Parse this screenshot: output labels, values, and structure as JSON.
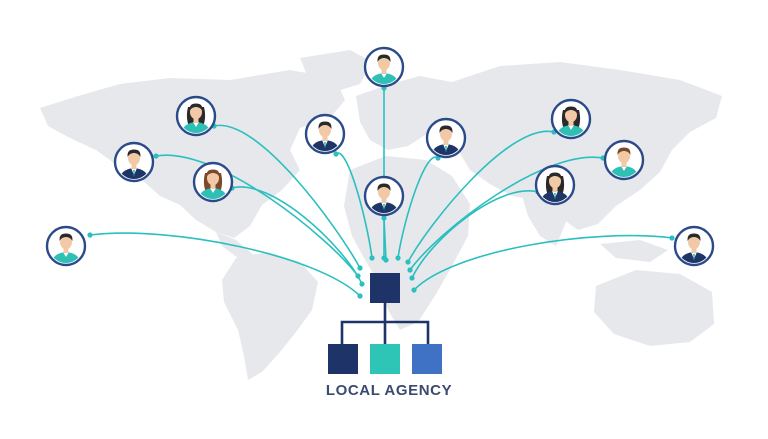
{
  "label": "LOCAL AGENCY",
  "colors": {
    "map": "#e6e8ec",
    "connector": "#2bbfbf",
    "hub": "#1e3468",
    "org_line": "#1e3468",
    "box_navy": "#1e3468",
    "box_teal": "#2ec4b6",
    "box_blue": "#3f72c4",
    "avatar_ring": "#2a4a8a",
    "avatar_bg": "#ffffff",
    "skin": "#f2c9a6",
    "hair_dark": "#2a2a2a",
    "hair_brown": "#7a4a2a",
    "suit_navy": "#1f3566",
    "shirt_teal": "#2ebfb5"
  },
  "people": [
    {
      "id": "top-center",
      "style": "teal-shirt",
      "hair": "dark"
    },
    {
      "id": "upper-left-woman",
      "style": "teal-shirt",
      "hair": "dark-long"
    },
    {
      "id": "left-man",
      "style": "navy-suit",
      "hair": "dark"
    },
    {
      "id": "left-woman",
      "style": "teal-shirt",
      "hair": "brown-long"
    },
    {
      "id": "far-left-man",
      "style": "teal-shirt",
      "hair": "dark"
    },
    {
      "id": "center-left-man",
      "style": "navy-suit",
      "hair": "dark"
    },
    {
      "id": "center-man",
      "style": "navy-suit",
      "hair": "dark"
    },
    {
      "id": "center-right-man",
      "style": "navy-suit",
      "hair": "dark"
    },
    {
      "id": "upper-right-woman",
      "style": "teal-shirt",
      "hair": "dark-long"
    },
    {
      "id": "right-man",
      "style": "teal-shirt",
      "hair": "brown"
    },
    {
      "id": "right-woman",
      "style": "navy-suit",
      "hair": "dark-long"
    },
    {
      "id": "far-right-man",
      "style": "navy-suit",
      "hair": "dark"
    }
  ]
}
